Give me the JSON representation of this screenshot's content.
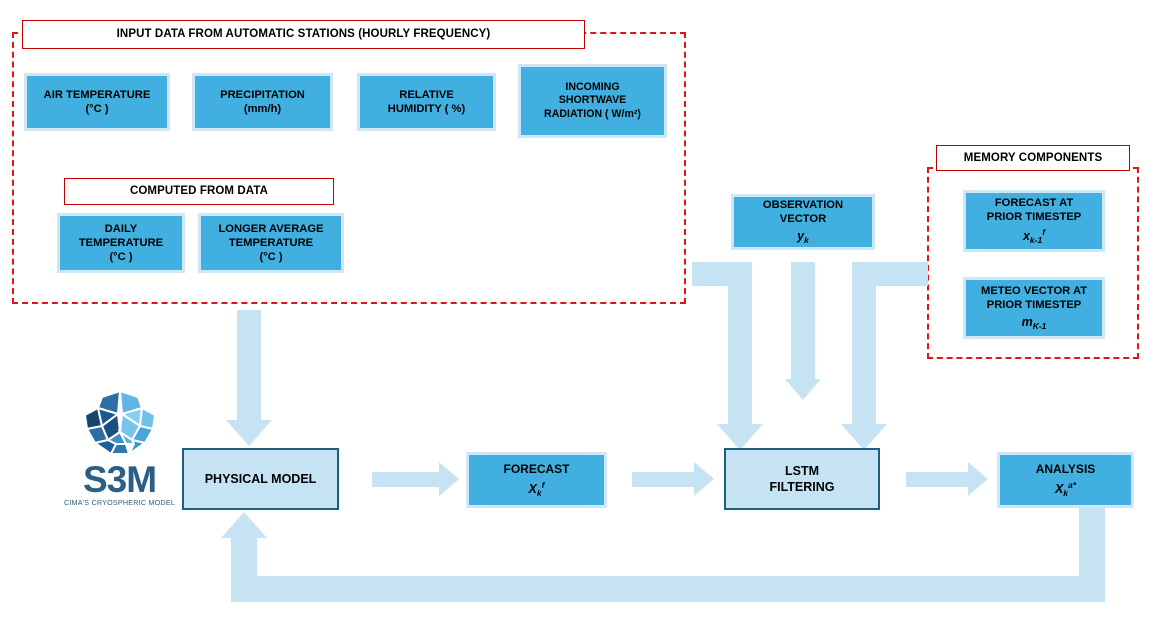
{
  "diagram": {
    "title": "S3M LSTM data-assimilation workflow",
    "colors": {
      "box_blue": "#41b0e0",
      "box_blue_halo": "#cfe7f5",
      "pale_blue": "#c5e3f3",
      "dark_border": "#1f5f7e",
      "dashed_red": "#e0151b",
      "caption_red": "#c00000",
      "logo_navy": "#2b5f86"
    }
  },
  "groups": {
    "input": {
      "caption": "INPUT DATA FROM AUTOMATIC STATIONS (HOURLY FREQUENCY)"
    },
    "computed": {
      "caption": "COMPUTED FROM DATA"
    },
    "memory": {
      "caption": "MEMORY COMPONENTS"
    }
  },
  "input_variables": [
    {
      "line1": "AIR TEMPERATURE",
      "line2": "(°C )"
    },
    {
      "line1": "PRECIPITATION",
      "line2": "(mm/h)"
    },
    {
      "line1": "RELATIVE",
      "line2": "HUMIDITY ( %)"
    },
    {
      "line1": "INCOMING",
      "line2": "SHORTWAVE",
      "line3": "RADIATION ( W/m²)"
    }
  ],
  "computed_variables": [
    {
      "line1": "DAILY",
      "line2": "TEMPERATURE",
      "line3": "(°C )"
    },
    {
      "line1": "LONGER AVERAGE",
      "line2": "TEMPERATURE",
      "line3": "(°C )"
    }
  ],
  "observation": {
    "line1": "OBSERVATION",
    "line2": "VECTOR",
    "symbol": "y",
    "symbol_sub": "k",
    "symbol_sup": ""
  },
  "memory_components": [
    {
      "line1": "FORECAST AT",
      "line2": "PRIOR TIMESTEP",
      "symbol": "x",
      "symbol_sub": "k-1",
      "symbol_sup": "f"
    },
    {
      "line1": "METEO VECTOR AT",
      "line2": "PRIOR TIMESTEP",
      "symbol": "m",
      "symbol_sub": "K-1",
      "symbol_sup": ""
    }
  ],
  "pipeline": {
    "physical_model": {
      "label": "PHYSICAL MODEL"
    },
    "forecast": {
      "label": "FORECAST",
      "symbol": "X",
      "symbol_sub": "k",
      "symbol_sup": "f"
    },
    "lstm": {
      "line1": "LSTM",
      "line2": "FILTERING"
    },
    "analysis": {
      "label": "ANALYSIS",
      "symbol": "X",
      "symbol_sub": "k",
      "symbol_sup": "a*"
    }
  },
  "logo": {
    "wordmark": "S3M",
    "tagline": "CIMA'S CRYOSPHERIC MODEL",
    "icon": "snowflake-polygon-icon"
  }
}
